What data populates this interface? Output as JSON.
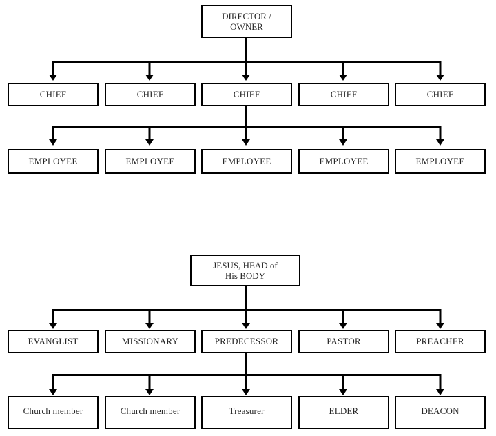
{
  "page": {
    "background_color": "#ffffff",
    "line_color": "#000000",
    "text_color": "#262626"
  },
  "charts": [
    {
      "id": "org",
      "name": "secular-organization-hierarchy",
      "root": {
        "label": "DIRECTOR / OWNER",
        "line1": "DIRECTOR /",
        "line2": "OWNER"
      },
      "level2": [
        {
          "label": "CHIEF"
        },
        {
          "label": "CHIEF"
        },
        {
          "label": "CHIEF"
        },
        {
          "label": "CHIEF"
        },
        {
          "label": "CHIEF"
        }
      ],
      "level3": [
        {
          "label": "EMPLOYEE"
        },
        {
          "label": "EMPLOYEE"
        },
        {
          "label": "EMPLOYEE"
        },
        {
          "label": "EMPLOYEE"
        },
        {
          "label": "EMPLOYEE"
        }
      ]
    },
    {
      "id": "church",
      "name": "church-body-hierarchy",
      "root": {
        "label": "JESUS, HEAD of His BODY",
        "line1": "JESUS, HEAD of",
        "line2": "His BODY"
      },
      "level2": [
        {
          "label": "EVANGLIST"
        },
        {
          "label": "MISSIONARY"
        },
        {
          "label": "PREDECESSOR"
        },
        {
          "label": "PASTOR"
        },
        {
          "label": "PREACHER"
        }
      ],
      "level3": [
        {
          "label": "Church member"
        },
        {
          "label": "Church member"
        },
        {
          "label": "Treasurer"
        },
        {
          "label": "ELDER"
        },
        {
          "label": "DEACON"
        }
      ]
    }
  ]
}
